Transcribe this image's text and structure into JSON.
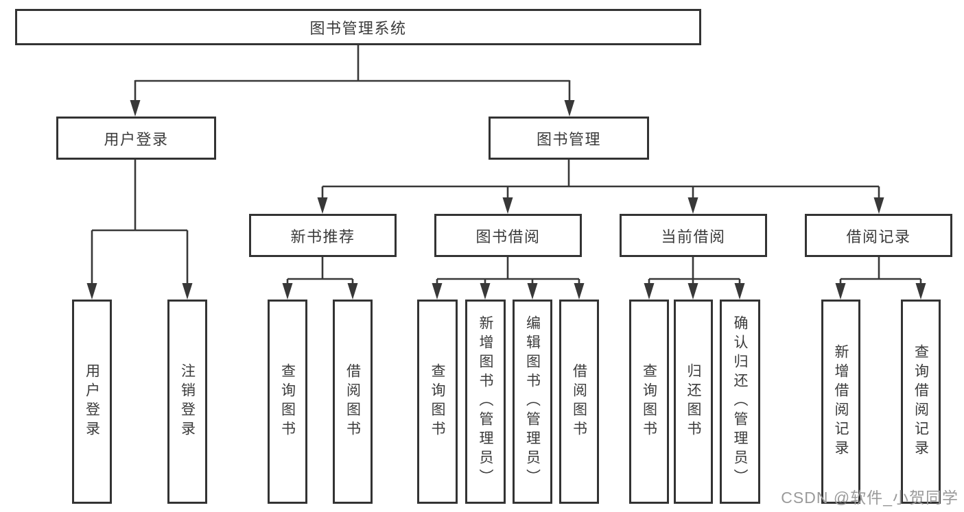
{
  "diagram": {
    "root": {
      "label": "图书管理系统"
    },
    "branches": [
      {
        "label": "用户登录",
        "leaves": [
          {
            "label": "用户登录"
          },
          {
            "label": "注销登录"
          }
        ]
      },
      {
        "label": "图书管理",
        "groups": [
          {
            "label": "新书推荐",
            "leaves": [
              {
                "label": "查询图书"
              },
              {
                "label": "借阅图书"
              }
            ]
          },
          {
            "label": "图书借阅",
            "leaves": [
              {
                "label": "查询图书"
              },
              {
                "label": "新增图书（管理员）"
              },
              {
                "label": "编辑图书（管理员）"
              },
              {
                "label": "借阅图书"
              }
            ]
          },
          {
            "label": "当前借阅",
            "leaves": [
              {
                "label": "查询图书"
              },
              {
                "label": "归还图书"
              },
              {
                "label": "确认归还（管理员）"
              }
            ]
          },
          {
            "label": "借阅记录",
            "leaves": [
              {
                "label": "新增借阅记录"
              },
              {
                "label": "查询借阅记录"
              }
            ]
          }
        ]
      }
    ]
  },
  "watermark": {
    "text": "CSDN @软件_小贺同学"
  },
  "colors": {
    "line": "#383838",
    "border": "#333333",
    "text": "#3b3b3b",
    "watermark": "#9a9a9a",
    "background": "#ffffff"
  }
}
